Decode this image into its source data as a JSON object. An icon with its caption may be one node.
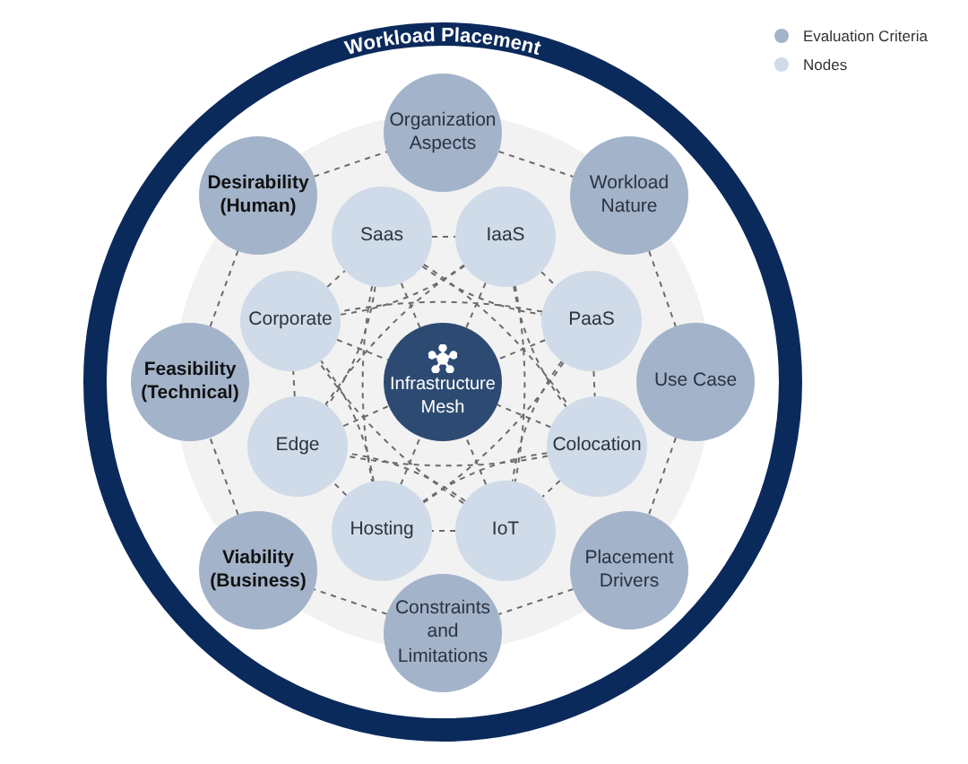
{
  "diagram": {
    "title": "Workload Placement",
    "nodes": [
      {
        "text": [
          "Organization Aspects"
        ]
      },
      {
        "text": [
          "Desirability (Human)"
        ]
      },
      {
        "text": [
          "Workload Nature"
        ]
      },
      {
        "text": [
          "Saas"
        ]
      },
      {
        "text": [
          "IaaS"
        ]
      },
      {
        "text": [
          "Corporate"
        ]
      },
      {
        "text": [
          "PaaS"
        ]
      },
      {
        "text": [
          "Infrastructure Mesh"
        ]
      },
      {
        "text": [
          "Feasibility (Technical)"
        ]
      },
      {
        "text": [
          "Use Case"
        ]
      },
      {
        "text": [
          "Edge"
        ]
      },
      {
        "text": [
          "Colocation"
        ]
      },
      {
        "text": [
          "Hosting"
        ]
      },
      {
        "text": [
          "IoT"
        ]
      },
      {
        "text": [
          "Viability (Business)"
        ]
      },
      {
        "text": [
          "Placement Drivers"
        ]
      },
      {
        "text": [
          "Constraints and Limitations"
        ]
      }
    ],
    "edges": [
      {
        "from": 0,
        "to": 2,
        "arrow": "none",
        "style": "dashed"
      },
      {
        "from": 2,
        "to": 9,
        "arrow": "none",
        "style": "dashed"
      },
      {
        "from": 9,
        "to": 15,
        "arrow": "none",
        "style": "dashed"
      },
      {
        "from": 15,
        "to": 16,
        "arrow": "none",
        "style": "dashed"
      },
      {
        "from": 16,
        "to": 14,
        "arrow": "none",
        "style": "dashed"
      },
      {
        "from": 14,
        "to": 8,
        "arrow": "none",
        "style": "dashed"
      },
      {
        "from": 8,
        "to": 1,
        "arrow": "none",
        "style": "dashed"
      },
      {
        "from": 1,
        "to": 0,
        "arrow": "none",
        "style": "dashed"
      },
      {
        "from": 3,
        "to": 4,
        "arrow": "none",
        "style": "dashed"
      },
      {
        "from": 4,
        "to": 6,
        "arrow": "none",
        "style": "dashed"
      },
      {
        "from": 6,
        "to": 11,
        "arrow": "none",
        "style": "dashed"
      },
      {
        "from": 11,
        "to": 13,
        "arrow": "none",
        "style": "dashed"
      },
      {
        "from": 13,
        "to": 12,
        "arrow": "none",
        "style": "dashed"
      },
      {
        "from": 12,
        "to": 10,
        "arrow": "none",
        "style": "dashed"
      },
      {
        "from": 10,
        "to": 5,
        "arrow": "none",
        "style": "dashed"
      },
      {
        "from": 5,
        "to": 3,
        "arrow": "none",
        "style": "dashed"
      },
      {
        "from": 3,
        "to": 6,
        "arrow": "none",
        "style": "dashed"
      },
      {
        "from": 3,
        "to": 11,
        "arrow": "none",
        "style": "dashed"
      },
      {
        "from": 3,
        "to": 12,
        "arrow": "none",
        "style": "dashed"
      },
      {
        "from": 3,
        "to": 10,
        "arrow": "none",
        "style": "dashed"
      },
      {
        "from": 4,
        "to": 11,
        "arrow": "none",
        "style": "dashed"
      },
      {
        "from": 4,
        "to": 13,
        "arrow": "none",
        "style": "dashed"
      },
      {
        "from": 4,
        "to": 10,
        "arrow": "none",
        "style": "dashed"
      },
      {
        "from": 4,
        "to": 5,
        "arrow": "none",
        "style": "dashed"
      },
      {
        "from": 6,
        "to": 13,
        "arrow": "none",
        "style": "dashed"
      },
      {
        "from": 6,
        "to": 12,
        "arrow": "none",
        "style": "dashed"
      },
      {
        "from": 6,
        "to": 5,
        "arrow": "none",
        "style": "dashed"
      },
      {
        "from": 11,
        "to": 12,
        "arrow": "none",
        "style": "dashed"
      },
      {
        "from": 11,
        "to": 10,
        "arrow": "none",
        "style": "dashed"
      },
      {
        "from": 13,
        "to": 10,
        "arrow": "none",
        "style": "dashed"
      },
      {
        "from": 13,
        "to": 5,
        "arrow": "none",
        "style": "dashed"
      },
      {
        "from": 12,
        "to": 5,
        "arrow": "none",
        "style": "dashed"
      },
      {
        "from": 3,
        "to": 7,
        "arrow": "none",
        "style": "dashed"
      },
      {
        "from": 4,
        "to": 7,
        "arrow": "none",
        "style": "dashed"
      },
      {
        "from": 6,
        "to": 7,
        "arrow": "none",
        "style": "dashed"
      },
      {
        "from": 11,
        "to": 7,
        "arrow": "none",
        "style": "dashed"
      },
      {
        "from": 13,
        "to": 7,
        "arrow": "none",
        "style": "dashed"
      },
      {
        "from": 12,
        "to": 7,
        "arrow": "none",
        "style": "dashed"
      },
      {
        "from": 10,
        "to": 7,
        "arrow": "none",
        "style": "dashed"
      },
      {
        "from": 5,
        "to": 7,
        "arrow": "none",
        "style": "dashed"
      }
    ],
    "legend": [
      {
        "text": "Evaluation Criteria",
        "color": "#a3b3ca"
      },
      {
        "text": "Nodes",
        "color": "#cfdbe8"
      }
    ]
  }
}
